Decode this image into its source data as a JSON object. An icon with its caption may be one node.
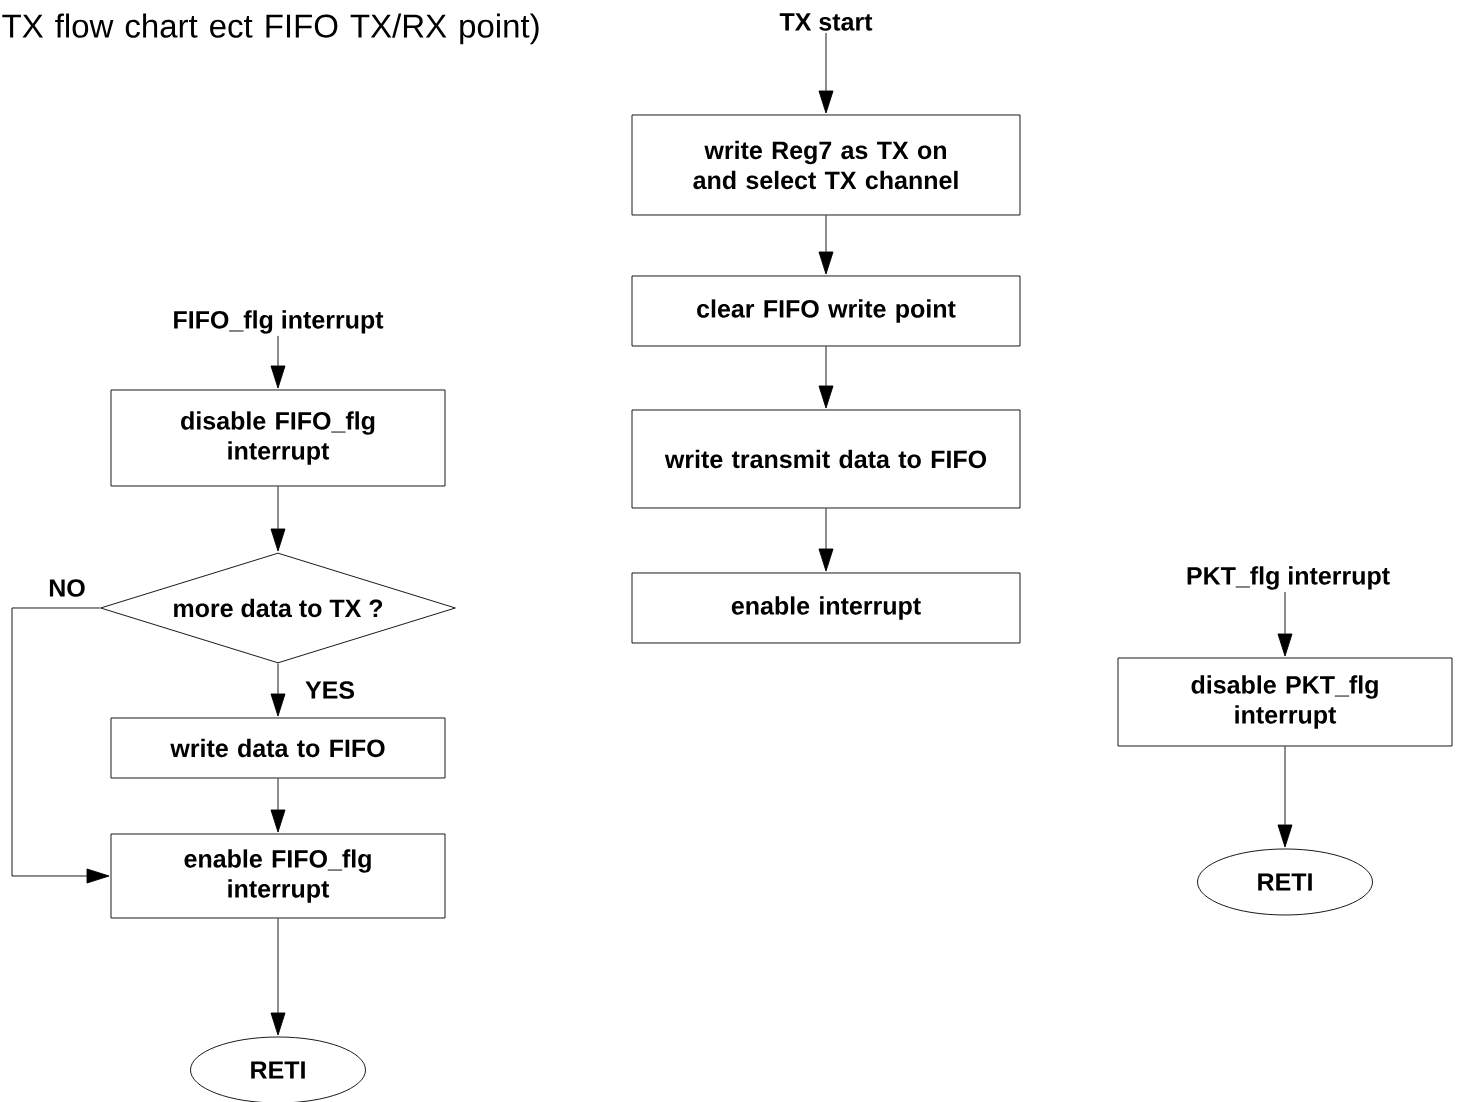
{
  "diagram": {
    "title": "TX flow chart ect FIFO TX/RX point)",
    "nodes": [
      {
        "text": [
          "TX start"
        ]
      },
      {
        "text": [
          "write Reg7 as TX on and select TX channel"
        ]
      },
      {
        "text": [
          "clear FIFO write point"
        ]
      },
      {
        "text": [
          "write transmit data to FIFO"
        ]
      },
      {
        "text": [
          "enable interrupt"
        ]
      },
      {
        "text": [
          "FIFO_flg interrupt"
        ]
      },
      {
        "text": [
          "disable FIFO_flg interrupt"
        ]
      },
      {
        "text": [
          "more data to TX ?"
        ]
      },
      {
        "text": [
          "write data to FIFO"
        ]
      },
      {
        "text": [
          "enable FIFO_flg interrupt"
        ]
      },
      {
        "text": [
          "RETI"
        ]
      },
      {
        "text": [
          "PKT_flg interrupt"
        ]
      },
      {
        "text": [
          "disable PKT_flg interrupt"
        ]
      },
      {
        "text": [
          "RETI"
        ]
      }
    ],
    "edges": [
      {
        "from": 0,
        "to": 1,
        "arrow": "to"
      },
      {
        "from": 1,
        "to": 2,
        "arrow": "to"
      },
      {
        "from": 2,
        "to": 3,
        "arrow": "to"
      },
      {
        "from": 3,
        "to": 4,
        "arrow": "to"
      },
      {
        "from": 5,
        "to": 6,
        "arrow": "to"
      },
      {
        "from": 6,
        "to": 7,
        "arrow": "to"
      },
      {
        "from": 7,
        "to": 8,
        "arrow": "to",
        "label": "YES"
      },
      {
        "from": 8,
        "to": 9,
        "arrow": "to"
      },
      {
        "from": 7,
        "to": 9,
        "arrow": "to",
        "label": "NO"
      },
      {
        "from": 9,
        "to": 10,
        "arrow": "to"
      },
      {
        "from": 11,
        "to": 12,
        "arrow": "to"
      },
      {
        "from": 12,
        "to": 13,
        "arrow": "to"
      }
    ]
  }
}
